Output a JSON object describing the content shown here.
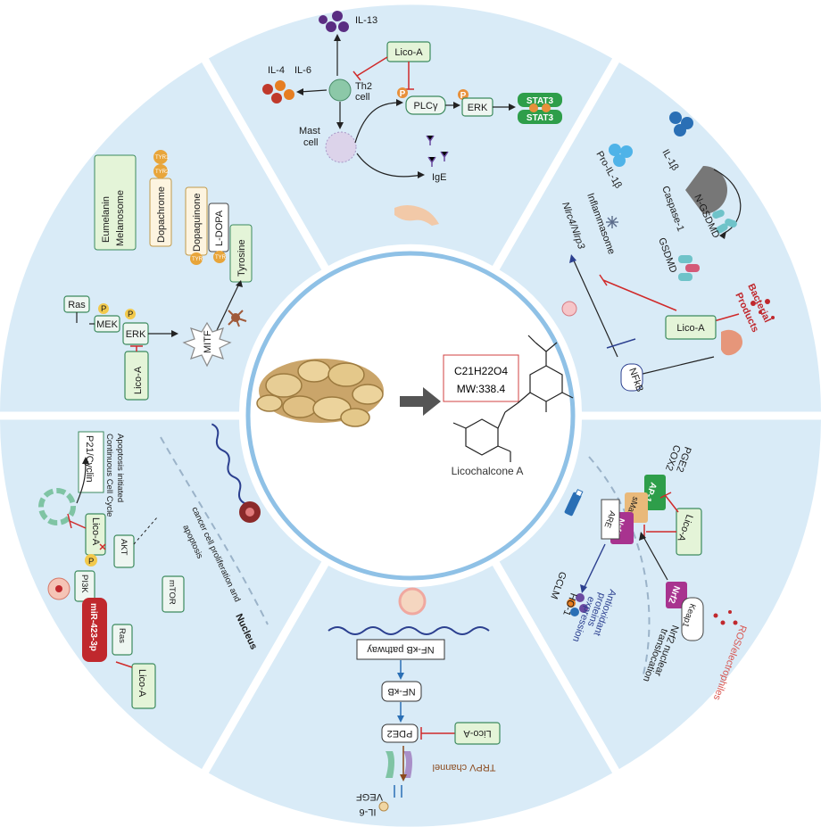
{
  "center": {
    "formula": "C21H22O4",
    "mw": "MW:338.4",
    "compound_name": "Licochalcone A"
  },
  "top": {
    "il13": "IL-13",
    "il4": "IL-4",
    "il6": "IL-6",
    "th2_line1": "Th2",
    "th2_line2": "cell",
    "mast_line1": "Mast",
    "mast_line2": "cell",
    "lico": "Lico-A",
    "plc": "PLCγ",
    "erk": "ERK",
    "stat3a": "STAT3",
    "stat3b": "STAT3",
    "p": "P",
    "ige": "IgE"
  },
  "upper_right": {
    "pro_il": "Pro-IL-1β",
    "il1b": "IL-1β",
    "caspase": "Caspase-1",
    "n_gsdmd": "N-GSDMD",
    "gsdmd": "GSDMD",
    "inflammasome": "Inflammasome",
    "nlrc": "Nlrc4/Nlrp3",
    "lico": "Lico-A",
    "bacterial1": "Bacterial",
    "bacterial2": "Products",
    "nfkb": "NFkB"
  },
  "lower_right": {
    "pge2": "PGE2",
    "cox2": "COX2",
    "ap1": "AP-1",
    "lico": "Lico-A",
    "mafs": "sMafs",
    "nrf2_a": "Nrf2",
    "are": "ARE",
    "gclm": "GCLM",
    "ho1": "HO-1",
    "antiox1": "Antioxidant",
    "antiox2": "proteins",
    "antiox3": "expression",
    "nrf2_b": "Nrf2",
    "keap1": "Keap1",
    "trans1": "Nrf2 nuclear",
    "trans2": "translocation",
    "ros": "ROS/electrophiles"
  },
  "bottom": {
    "nfkb_pathway": "NF-κB pathway",
    "nfkb": "NF-κB",
    "pde2": "PDE2",
    "lico": "Lico-A",
    "trpv": "TRPV channel",
    "vegf": "VEGF",
    "il6": "IL-6"
  },
  "lower_left": {
    "p21": "P21/Cyclin",
    "cycle1": "Continuous Cell Cycle",
    "cycle2": "Apoptosis initiated",
    "lico_a": "Lico-A",
    "p": "P",
    "pi3k": "PI3K",
    "akt": "AKT",
    "mtor": "mTOR",
    "ras": "Ras",
    "mir": "miR-423-3p",
    "lico_b": "Lico-A",
    "cancer1": "cancer cell proliferation and",
    "cancer2": "apoptosis",
    "nucleus": "Nucleus"
  },
  "upper_left": {
    "eumelanin": "Eumelanin",
    "melanosome": "Melanosome",
    "dopachrome": "Dopachrome",
    "dopaquinone": "Dopaquinone",
    "ldopa": "L-DOPA",
    "tyrosine": "Tyrosine",
    "tyr": "TYR",
    "tyr1": "TYR1",
    "tyr2": "TYR2",
    "ras": "Ras",
    "mek": "MEK",
    "erk": "ERK",
    "p": "P",
    "mitf": "MITF",
    "lico": "Lico-A"
  },
  "colors": {
    "segment_fill": "#d9ebf7",
    "ring_line": "#8fc1e6",
    "lico_box": "#e4f4d8",
    "stat3": "#2e9e4a",
    "phospho": "#e8903a",
    "inhibit": "#d02a2a",
    "mir_box": "#c0282d"
  }
}
